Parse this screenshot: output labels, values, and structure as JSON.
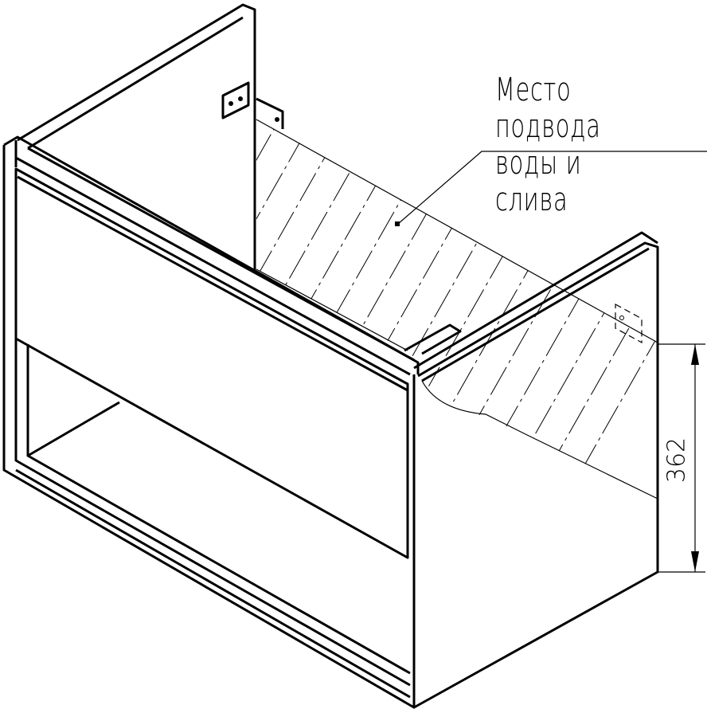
{
  "callout": {
    "line1": "Место подвода",
    "line2": "воды и слива"
  },
  "dimension": {
    "value": "362"
  },
  "colors": {
    "line": "#000000",
    "background": "#ffffff"
  }
}
